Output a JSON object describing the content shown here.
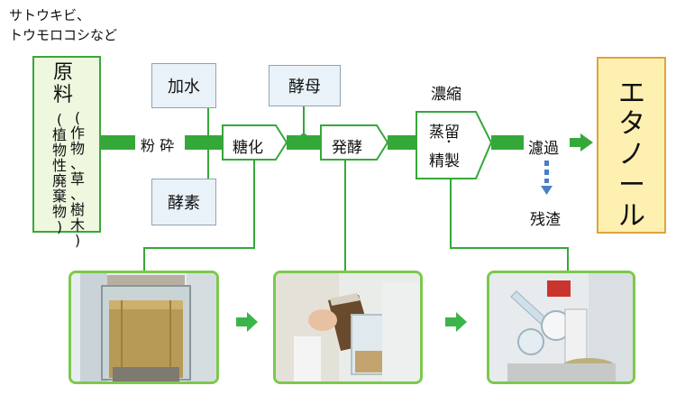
{
  "source_note": [
    "サトウキビ、",
    "トウモロコシなど"
  ],
  "raw_material": {
    "title": [
      "原",
      "料"
    ],
    "detail_col1": [
      "(",
      "植",
      "物",
      "性",
      "廃",
      "棄",
      "物",
      ")"
    ],
    "detail_col2": [
      "(",
      "作",
      "物",
      "、",
      "草",
      "、",
      "樹",
      "木",
      ")"
    ]
  },
  "inputs": {
    "water": "加水",
    "enzyme": "酵素",
    "yeast": "酵母"
  },
  "steps": {
    "crush": "粉 砕",
    "saccharify": "糖化",
    "ferment": "発酵",
    "concentrate": "濃縮",
    "distill": [
      "蒸留",
      "・",
      "精製"
    ],
    "filter": "濾過",
    "residue": "残渣"
  },
  "product": [
    "エ",
    "タ",
    "ノ",
    "ー",
    "ル"
  ],
  "colors": {
    "flow_green": "#35a83a",
    "photo_border": "#7bc94d",
    "product_fill": "#fdf0b0",
    "product_border": "#e0a33b",
    "raw_fill": "#eef8df",
    "input_fill": "#e9f2f8",
    "residue_arrow": "#4a7fc4"
  },
  "photos": [
    "saccharification-tank-photo",
    "fermentation-pouring-photo",
    "distillation-apparatus-photo"
  ]
}
